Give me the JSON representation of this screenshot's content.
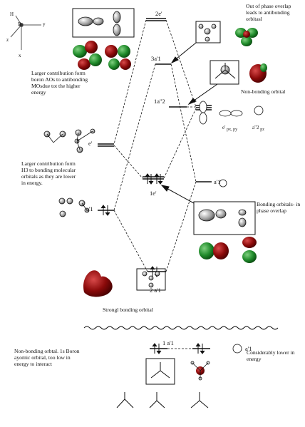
{
  "axes": {
    "x": "x",
    "y": "y",
    "z": "z",
    "B": "B",
    "H": "H"
  },
  "levels": {
    "l_2e1": "2e'",
    "l_3a1": "3a'1",
    "l_1a2pp": "1a\"2",
    "l_e1": "e'",
    "l_1e1": "1e'",
    "l_a1_right": "a'1",
    "l_a1_left": "a'1",
    "l_2a1": "2 a'1",
    "l_1a1": "1 a'1",
    "l_a1_core": "a'1"
  },
  "orbital_labels": {
    "e_prime": "e'",
    "e_prime_sub": "px, py",
    "a2pp": "a\"2",
    "a2pp_sub": "pz"
  },
  "notes": {
    "larger_boron": "Larger contribution form boron AOs to antibonding MOsdue tot the higher energy",
    "out_of_phase": "Out of phase overlap leads to antibonding orbitasl",
    "non_bonding": "Non-bonding orbital",
    "larger_h3": "Larger contribution form H3 to bonding molecular orbitals as they are lower in energy.",
    "bonding_inphase": "Bonding orbitals- in phase overlap",
    "strong_bonding": "Strongl bonding orbital",
    "nonbonding_1s": "Non-bonding orbtal. 1s Boron ayomic orbital, too low in energy to interact",
    "lower_energy": "Considerably lower in energy"
  },
  "colors": {
    "lobe_red": "#8b0a0a",
    "lobe_green": "#1f8a2a",
    "line": "#111111"
  }
}
